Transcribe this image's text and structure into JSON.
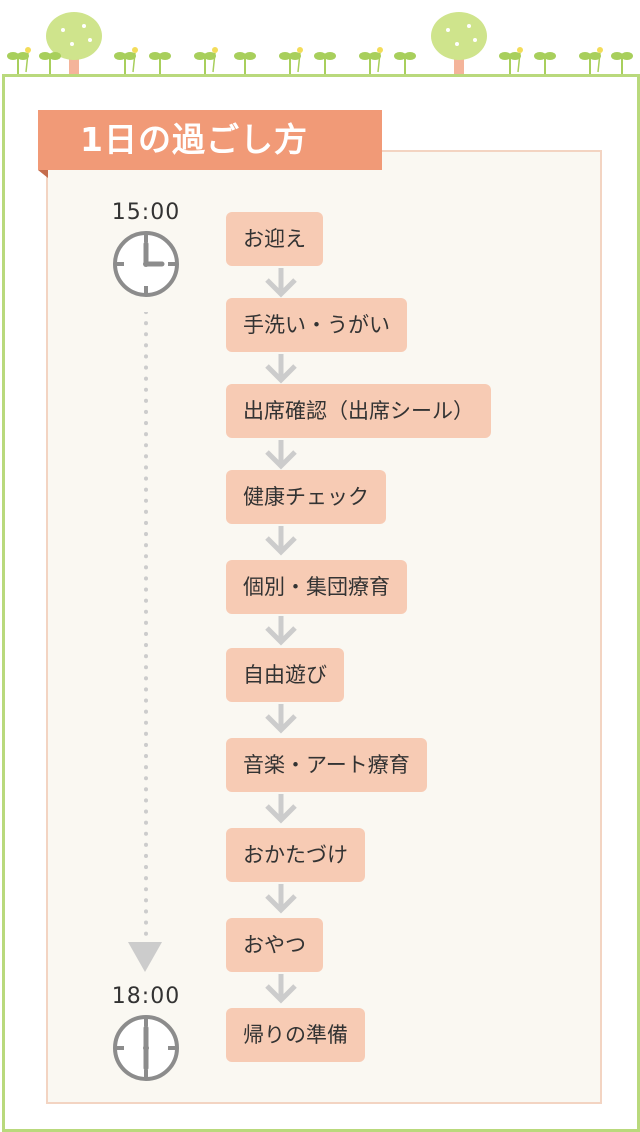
{
  "header": {
    "title": "1日の過ごし方"
  },
  "timeline": {
    "start_time": "15:00",
    "end_time": "18:00"
  },
  "steps": [
    "お迎え",
    "手洗い・うがい",
    "出席確認（出席シール）",
    "健康チェック",
    "個別・集団療育",
    "自由遊び",
    "音楽・アート療育",
    "おかたづけ",
    "おやつ",
    "帰りの準備"
  ],
  "colors": {
    "frame_border": "#b9d97c",
    "title_ribbon": "#f19a77",
    "step_background": "#f7cbb4",
    "panel_background": "#faf8f2",
    "clock_gray": "#8c8c8c",
    "arrow_gray": "#cccccc"
  },
  "icons": [
    "tree-icon",
    "clover-icon",
    "clock-icon",
    "arrow-down-icon"
  ]
}
